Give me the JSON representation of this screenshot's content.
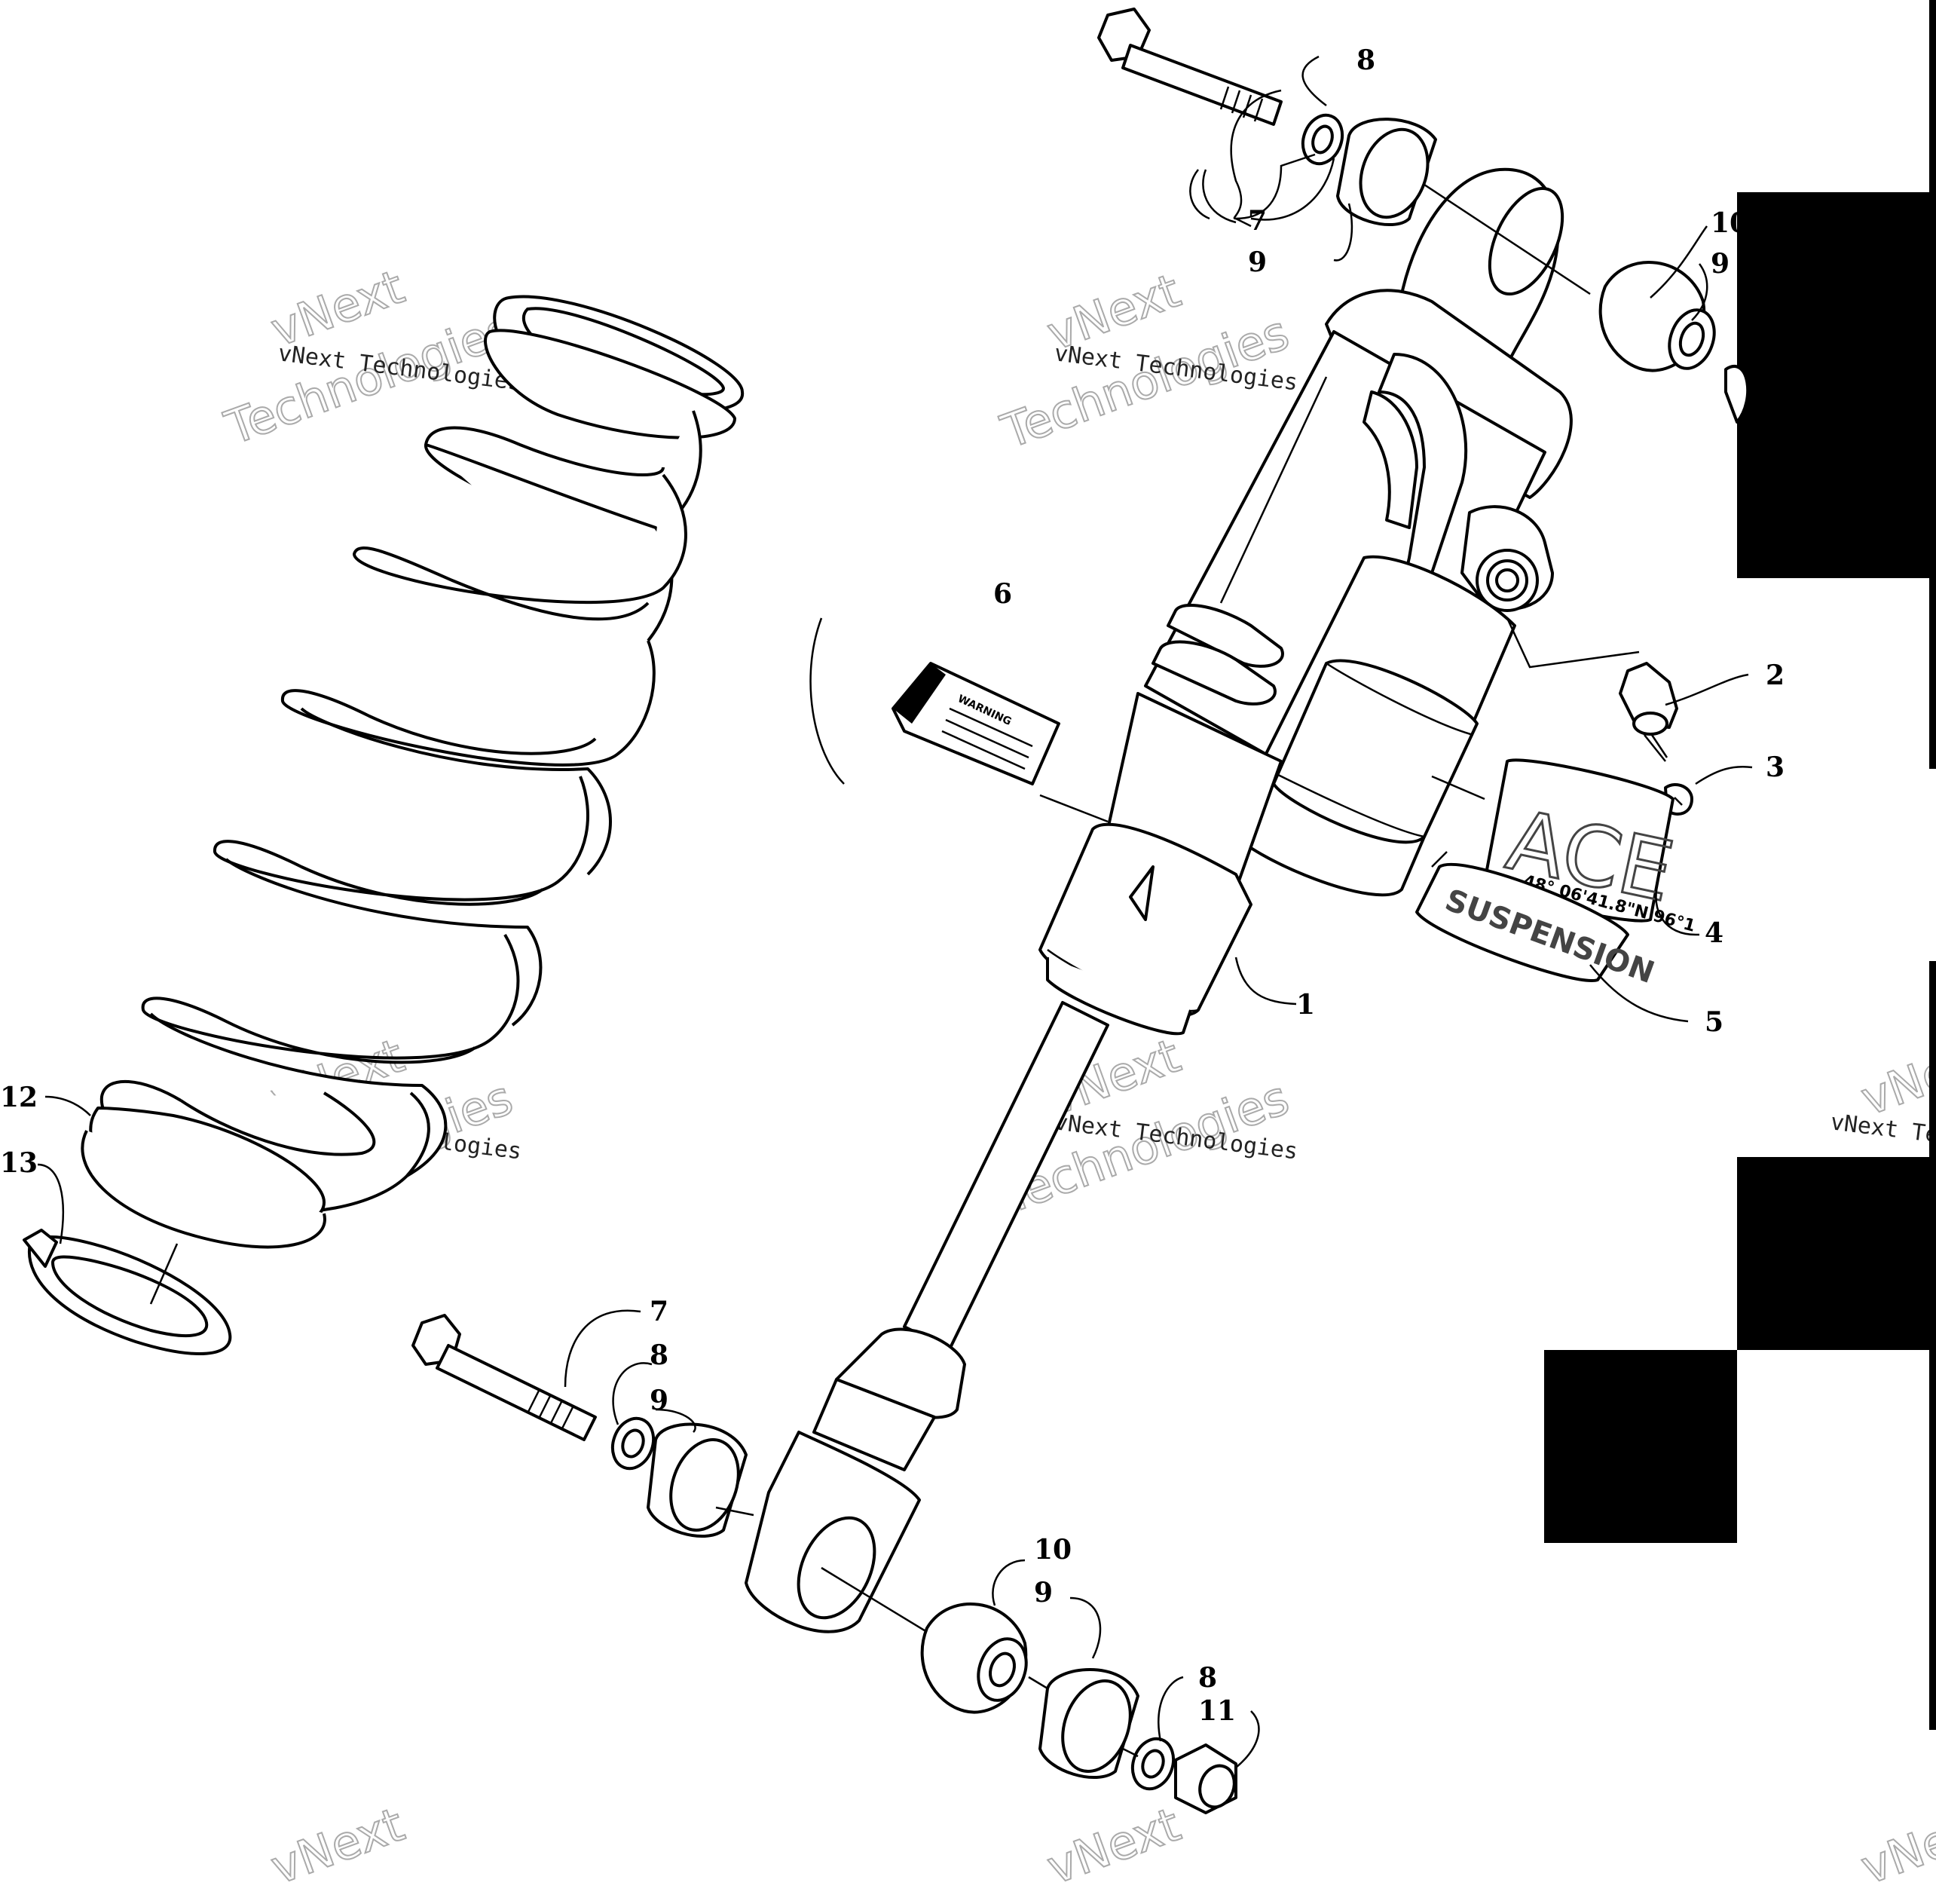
{
  "callouts": [
    {
      "id": "c1",
      "text": "1"
    },
    {
      "id": "c2",
      "text": "2"
    },
    {
      "id": "c3",
      "text": "3"
    },
    {
      "id": "c4",
      "text": "4"
    },
    {
      "id": "c5",
      "text": "5"
    },
    {
      "id": "c6",
      "text": "6"
    },
    {
      "id": "c7a",
      "text": "7"
    },
    {
      "id": "c7b",
      "text": "7"
    },
    {
      "id": "c8a",
      "text": "8"
    },
    {
      "id": "c8b",
      "text": "8"
    },
    {
      "id": "c8c",
      "text": "8"
    },
    {
      "id": "c9a",
      "text": "9"
    },
    {
      "id": "c9b",
      "text": "9"
    },
    {
      "id": "c9c",
      "text": "9"
    },
    {
      "id": "c9d",
      "text": "9"
    },
    {
      "id": "c10a",
      "text": "10"
    },
    {
      "id": "c10b",
      "text": "10"
    },
    {
      "id": "c11",
      "text": "11"
    },
    {
      "id": "c12",
      "text": "12"
    },
    {
      "id": "c13",
      "text": "13"
    }
  ],
  "watermark": {
    "line": "vNext Technologies",
    "big1": "vNext",
    "big2": "Technologies"
  },
  "part_labels": {
    "suspension": "SUSPENSION",
    "ace": "ACE",
    "coords": "48° 06'41.8\"N 96°1",
    "warning": "WARNING"
  }
}
